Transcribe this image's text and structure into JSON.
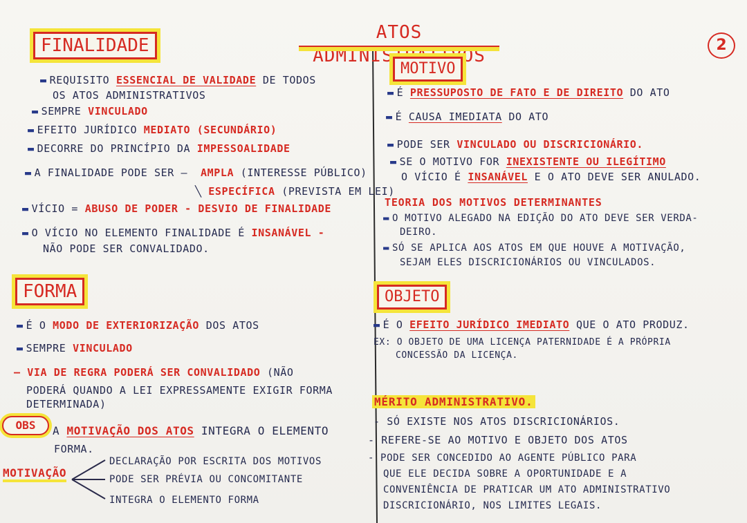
{
  "title": "ATOS ADMINISTRATIVOS",
  "page_number": "2",
  "left": {
    "finalidade": {
      "heading": "FINALIDADE",
      "items": [
        {
          "pre": "REQUISITO ",
          "hl": "ESSENCIAL DE VALIDADE",
          "post": " DE TODOS"
        },
        {
          "pre": "OS ATOS ADMINISTRATIVOS",
          "hl": "",
          "post": ""
        },
        {
          "pre": "SEMPRE ",
          "hl": "VINCULADO",
          "post": ""
        },
        {
          "pre": "EFEITO JURÍDICO ",
          "hl": "MEDIATO (SECUNDÁRIO)",
          "post": ""
        },
        {
          "pre": "DECORRE DO PRINCÍPIO DA ",
          "hl": "IMPESSOALIDADE",
          "post": ""
        },
        {
          "pre": "A FINALIDADE PODE SER ",
          "hl": "",
          "post": ""
        },
        {
          "pre": "",
          "hl": "AMPLA",
          "post": " (INTERESSE PÚBLICO)"
        },
        {
          "pre": "",
          "hl": "ESPECÍFICA",
          "post": " (PREVISTA EM LEI)"
        },
        {
          "pre": "VÍCIO = ",
          "hl": "ABUSO DE PODER - DESVIO DE FINALIDADE",
          "post": ""
        },
        {
          "pre": "O VÍCIO NO ELEMENTO FINALIDADE É ",
          "hl": "INSANÁVEL -",
          "post": ""
        },
        {
          "pre": "NÃO PODE SER CONVALIDADO.",
          "hl": "",
          "post": ""
        }
      ]
    },
    "forma": {
      "heading": "FORMA",
      "items": [
        {
          "pre": "É O ",
          "hl": "MODO DE EXTERIORIZAÇÃO",
          "post": " DOS ATOS"
        },
        {
          "pre": "SEMPRE ",
          "hl": "VINCULADO",
          "post": ""
        },
        {
          "pre": "",
          "hl": "VIA DE REGRA PODERÁ SER CONVALIDADO",
          "post": " (NÃO"
        },
        {
          "pre": "PODERÁ QUANDO A LEI EXPRESSAMENTE EXIGIR FORMA",
          "hl": "",
          "post": ""
        },
        {
          "pre": "DETERMINADA)",
          "hl": "",
          "post": ""
        }
      ],
      "obs_label": "OBS",
      "obs_line1_pre": "A ",
      "obs_line1_hl": "MOTIVAÇÃO DOS ATOS",
      "obs_line1_post": " INTEGRA O ELEMENTO",
      "obs_line2": "FORMA."
    },
    "motivacao": {
      "label": "MOTIVAÇÃO",
      "items": [
        "DECLARAÇÃO POR ESCRITA DOS MOTIVOS",
        "PODE SER PRÉVIA OU CONCOMITANTE",
        "INTEGRA O ELEMENTO FORMA"
      ]
    }
  },
  "right": {
    "motivo": {
      "heading": "MOTIVO",
      "items": [
        {
          "pre": "É ",
          "hl": "PRESSUPOSTO DE FATO E DE DIREITO",
          "post": " DO ATO"
        },
        {
          "pre": "É ",
          "hl": "CAUSA IMEDIATA",
          "post": " DO ATO"
        },
        {
          "pre": "PODE SER ",
          "hl": "VINCULADO OU DISCRICIONÁRIO.",
          "post": ""
        },
        {
          "pre": "SE O MOTIVO FOR ",
          "hl": "INEXISTENTE OU ILEGÍTIMO",
          "post": ""
        },
        {
          "pre": "O VÍCIO É ",
          "hl": "INSANÁVEL",
          "post": " E O ATO DEVE SER ANULADO."
        }
      ]
    },
    "teoria": {
      "heading": "TEORIA DOS MOTIVOS DETERMINANTES",
      "items": [
        "O MOTIVO ALEGADO NA EDIÇÃO DO ATO DEVE SER VERDA-",
        "DEIRO.",
        "SÓ SE APLICA AOS ATOS EM QUE HOUVE A MOTIVAÇÃO,",
        "SEJAM ELES DISCRICIONÁRIOS OU VINCULADOS."
      ]
    },
    "objeto": {
      "heading": "OBJETO",
      "items": [
        {
          "pre": "É O ",
          "hl": "EFEITO JURÍDICO IMEDIATO",
          "post": " QUE O ATO PRODUZ."
        },
        {
          "pre": "EX: O OBJETO DE UMA LICENÇA PATERNIDADE É A PRÓPRIA",
          "hl": "",
          "post": ""
        },
        {
          "pre": "CONCESSÃO DA LICENÇA.",
          "hl": "",
          "post": ""
        }
      ]
    },
    "merito": {
      "heading": "MÉRITO ADMINISTRATIVO.",
      "items": [
        "- SÓ EXISTE NOS ATOS DISCRICIONÁRIOS.",
        "- REFERE-SE AO MOTIVO E OBJETO DOS ATOS",
        "- PODE SER CONCEDIDO AO AGENTE PÚBLICO PARA",
        "QUE ELE DECIDA SOBRE A OPORTUNIDADE E A",
        "CONVENIÊNCIA DE PRATICAR UM ATO ADMINISTRATIVO",
        "DISCRICIONÁRIO, NOS LIMITES LEGAIS."
      ]
    }
  }
}
